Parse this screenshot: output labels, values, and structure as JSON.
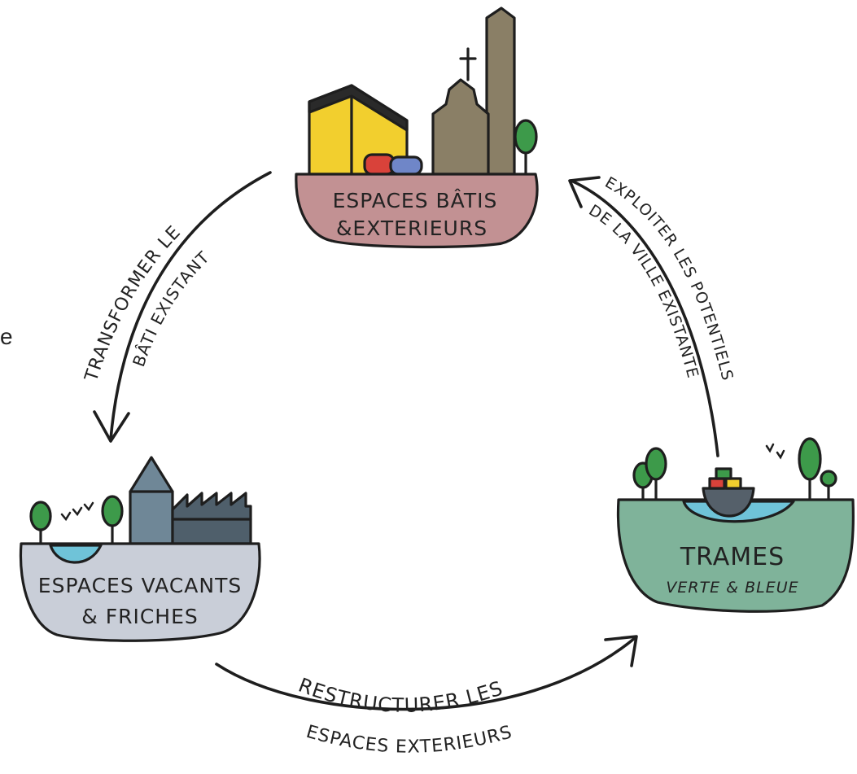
{
  "stray_char": "e",
  "nodes": {
    "bati": {
      "line1": "ESPACES BÂTIS",
      "line2": "&EXTERIEURS",
      "color": "#c29193"
    },
    "vacants": {
      "line1": "ESPACES VACANTS",
      "line2": "& FRICHES",
      "color": "#c9ced8"
    },
    "trames": {
      "line1": "TRAMES",
      "line2": "VERTE & BLEUE",
      "color": "#7fb39a"
    }
  },
  "arrows": {
    "left": {
      "line1": "TRANSFORMER LE",
      "line2": "BÂTI EXISTANT"
    },
    "right": {
      "line1": "EXPLOITER LES POTENTIELS",
      "line2": "DE LA VILLE EXISTANTE"
    },
    "bottom": {
      "line1": "RESTRUCTURER LES",
      "line2": "ESPACES EXTERIEURS"
    }
  },
  "colors": {
    "building_yellow": "#f2cf2e",
    "church": "#8a7f66",
    "tree_green": "#3d9a4a",
    "water_blue": "#6fc3d8",
    "factory_blue": "#6f8797",
    "factory_dark": "#4f5f6b",
    "car_red": "#d9423a",
    "car_blue": "#6f86c8"
  }
}
